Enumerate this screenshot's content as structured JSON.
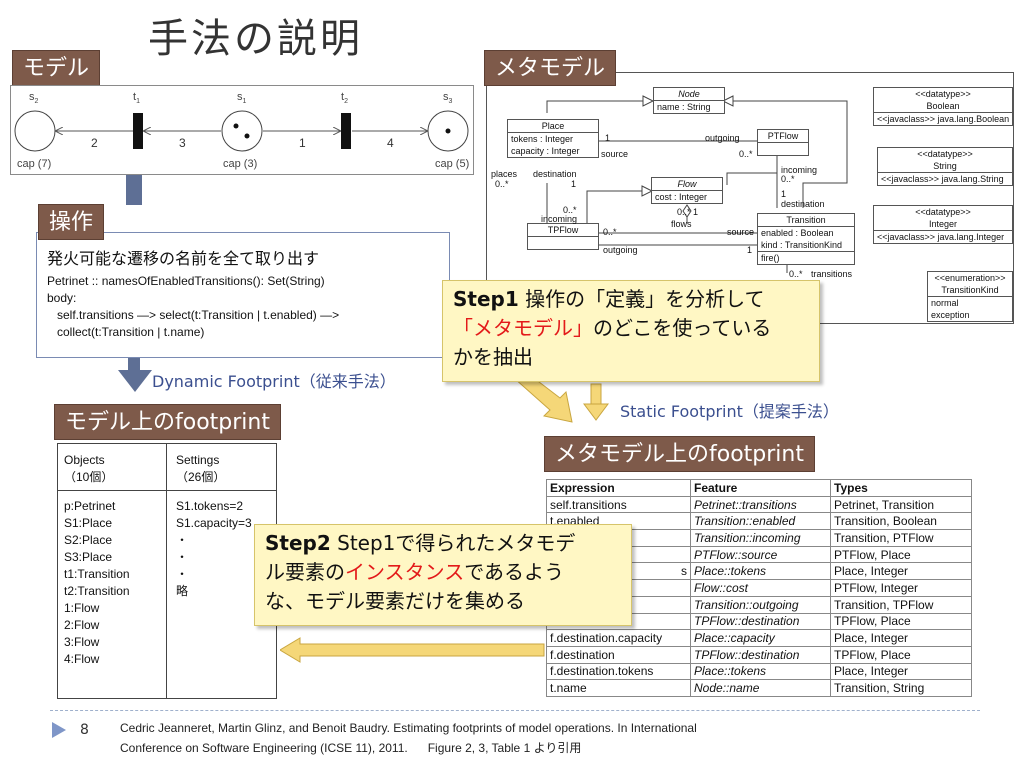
{
  "title": "手法の説明",
  "tags": {
    "model": "モデル",
    "metamodel": "メタモデル",
    "operation": "操作",
    "model_footprint": "モデル上のfootprint",
    "meta_footprint": "メタモデル上のfootprint"
  },
  "petri": {
    "s2": "s",
    "s2_sub": "2",
    "t1": "t",
    "t1_sub": "1",
    "s1": "s",
    "s1_sub": "1",
    "t2": "t",
    "t2_sub": "2",
    "s3": "s",
    "s3_sub": "3",
    "w1": "2",
    "w2": "3",
    "w3": "1",
    "w4": "4",
    "cap1": "cap (7)",
    "cap2": "cap (3)",
    "cap3": "cap (5)"
  },
  "operation": {
    "heading": "発火可能な遷移の名前を全て取り出す",
    "lines": [
      "Petrinet :: namesOfEnabledTransitions(): Set(String)",
      "body:",
      "   self.transitions —> select(t:Transition | t.enabled) —>",
      "   collect(t:Transition | t.name)"
    ]
  },
  "uml": {
    "node_stereo": "Node",
    "node_attr": "name : String",
    "place": "Place",
    "place_attr1": "tokens : Integer",
    "place_attr2": "capacity : Integer",
    "ptflow": "PTFlow",
    "flow": "Flow",
    "flow_attr": "cost : Integer",
    "tpflow": "TPFlow",
    "transition": "Transition",
    "trans_attr1": "enabled : Boolean",
    "trans_attr2": "kind : TransitionKind",
    "trans_op": "fire()",
    "lbl_1a": "1",
    "lbl_outgoing1": "outgoing",
    "lbl_source1": "source",
    "lbl_0star1": "0..*",
    "lbl_places": "places",
    "lbl_0star2": "0..*",
    "lbl_destination1": "destination",
    "lbl_1b": "1",
    "lbl_incoming1": "incoming",
    "lbl_0star3": "0..*",
    "lbl_1c": "1",
    "lbl_destination2": "destination",
    "lbl_0star4": "0..*",
    "lbl_incoming2": "incoming",
    "lbl_0star5": "0..*",
    "lbl_1d": "1",
    "lbl_flows": "flows",
    "lbl_0star6": "0..*",
    "lbl_source2": "source",
    "lbl_outgoing2": "outgoing",
    "lbl_1e": "1",
    "lbl_0star7": "0..*",
    "lbl_transitions": "transitions",
    "dt_stereo": "<<datatype>>",
    "dt_boolean": "Boolean",
    "dt_boolean_java": "<<javaclass>> java.lang.Boolean",
    "dt_string": "String",
    "dt_string_java": "<<javaclass>> java.lang.String",
    "dt_integer": "Integer",
    "dt_integer_java": "<<javaclass>> java.lang.Integer",
    "enum_stereo": "<<enumeration>>",
    "enum_name": "TransitionKind",
    "enum_v1": "normal",
    "enum_v2": "exception"
  },
  "step1": {
    "bold": "Step1",
    "text1": " 操作の「定義」を分析して",
    "red": "「メタモデル」",
    "text2": "のどこを使っている",
    "text3": "かを抽出"
  },
  "step2": {
    "bold": "Step2",
    "text1": " Step1で得られたメタモデ",
    "text2a": "ル要素の",
    "red": "インスタンス",
    "text2b": "であるよう",
    "text3": "な、モデル要素だけを集める"
  },
  "dynamic_label": "Dynamic Footprint（従来手法）",
  "static_label": "Static Footprint（提案手法）",
  "model_fp": {
    "objects_header": "Objects\n（10個）",
    "settings_header": "Settings\n（26個）",
    "objects": "p:Petrinet\nS1:Place\nS2:Place\nS3:Place\nt1:Transition\nt2:Transition\n1:Flow\n2:Flow\n3:Flow\n4:Flow",
    "settings": "S1.tokens=2\nS1.capacity=3\n・\n・\n・\n略"
  },
  "meta_fp": {
    "headers": [
      "Expression",
      "Feature",
      "Types"
    ],
    "rows": [
      [
        "self.transitions",
        "Petrinet::transitions",
        "Petrinet, Transition"
      ],
      [
        "t.enabled",
        "Transition::enabled",
        "Transition, Boolean"
      ],
      [
        "",
        "Transition::incoming",
        "Transition, PTFlow"
      ],
      [
        "",
        "PTFlow::source",
        "PTFlow, Place"
      ],
      [
        "s",
        "Place::tokens",
        "Place, Integer"
      ],
      [
        "",
        "Flow::cost",
        "PTFlow, Integer"
      ],
      [
        "",
        "Transition::outgoing",
        "Transition, TPFlow"
      ],
      [
        "",
        "TPFlow::destination",
        "TPFlow, Place"
      ],
      [
        "f.destination.capacity",
        "Place::capacity",
        "Place, Integer"
      ],
      [
        "f.destination",
        "TPFlow::destination",
        "TPFlow, Place"
      ],
      [
        "f.destination.tokens",
        "Place::tokens",
        "Place, Integer"
      ],
      [
        "t.name",
        "Node::name",
        "Transition, String"
      ]
    ]
  },
  "footer": {
    "page": "8",
    "cite1": "Cedric Jeanneret, Martin Glinz, and Benoit Baudry. Estimating footprints of model operations. In International",
    "cite2": "Conference on Software Engineering (ICSE 11), 2011.      Figure 2, 3, Table 1 より引用"
  }
}
